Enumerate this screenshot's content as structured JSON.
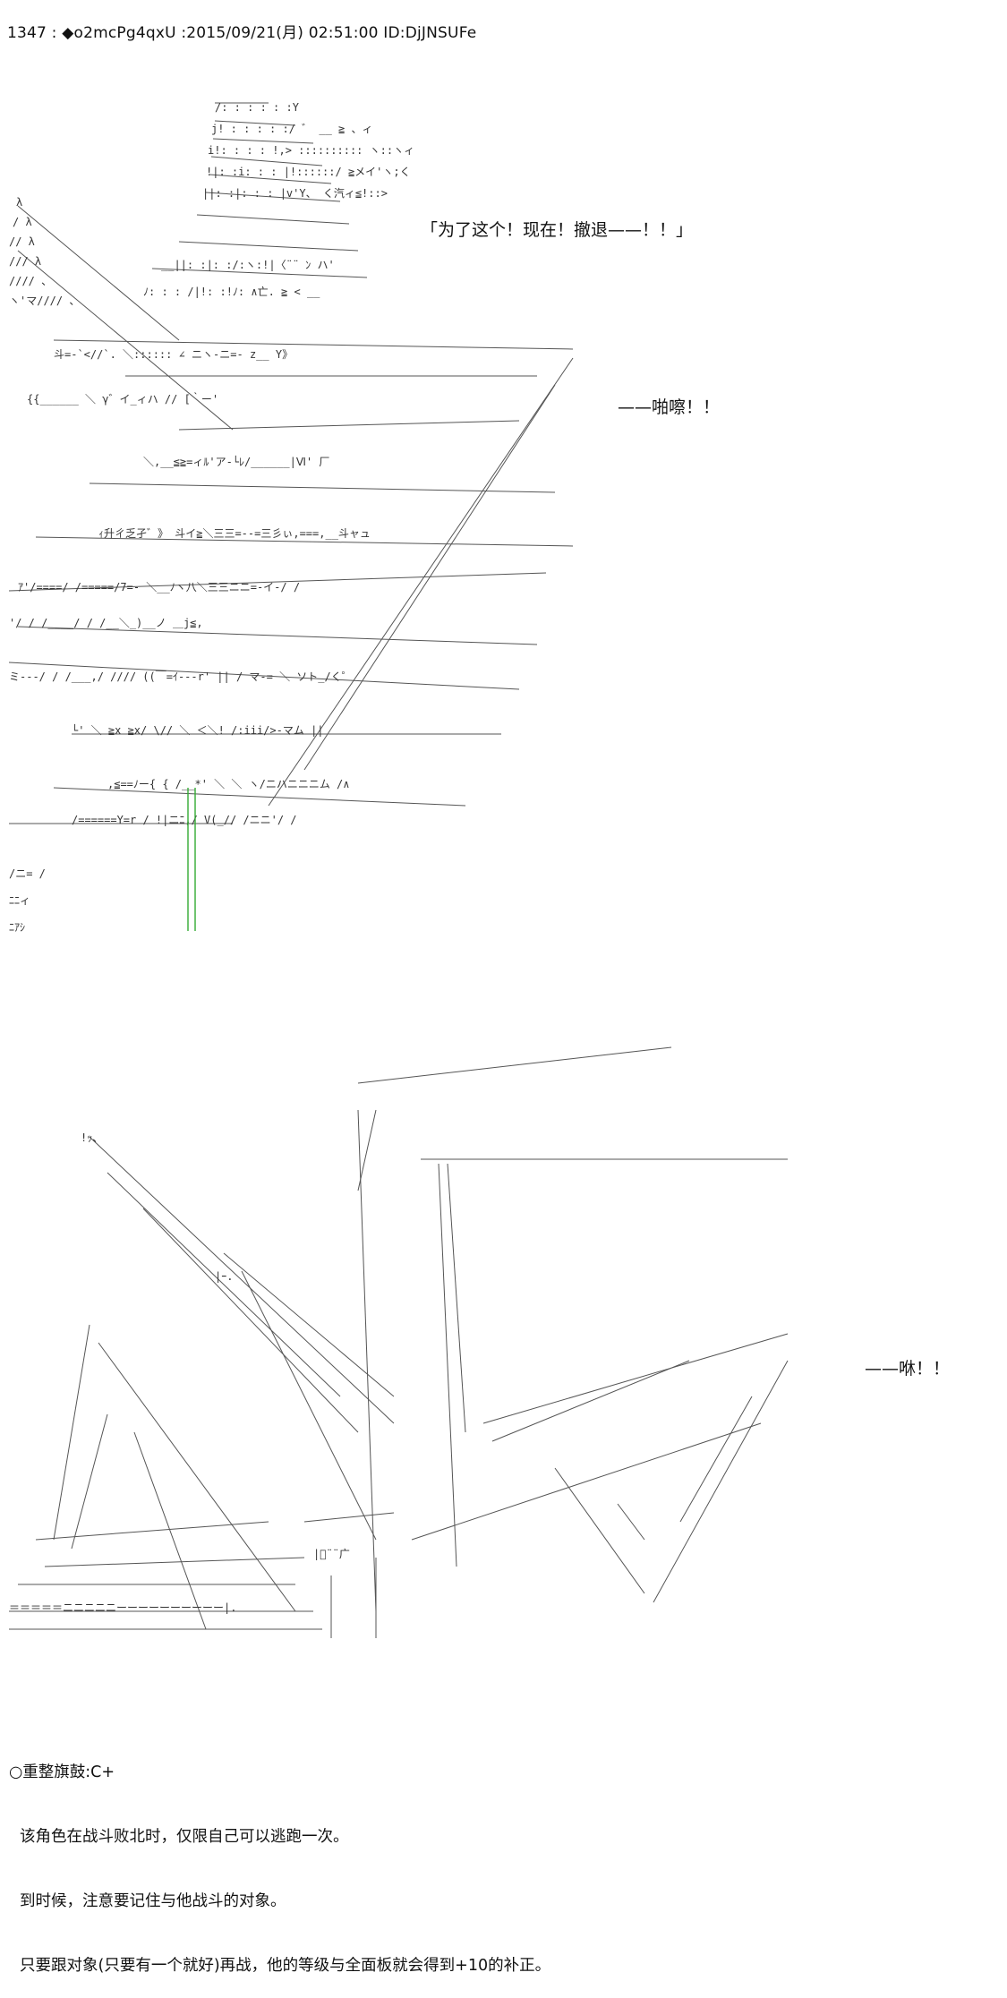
{
  "header": "1347 : ◆o2mcPg4qxU :2015/09/21(月) 02:51:00 ID:DjJNSUFe",
  "dialogue": {
    "quote": "「为了这个！现在！撤退——！！」",
    "sfx_crack": "——啪嚓！！",
    "sfx_whoosh": "——咻！！"
  },
  "footer": {
    "skill": "○重整旗鼓:C+",
    "line1": "该角色在战斗败北时，仅限自己可以逃跑一次。",
    "line2": "到时候，注意要记住与他战斗的对象。",
    "line3": "只要跟对象(只要有一个就好)再战，他的等级与全面板就会得到+10的补正。"
  }
}
